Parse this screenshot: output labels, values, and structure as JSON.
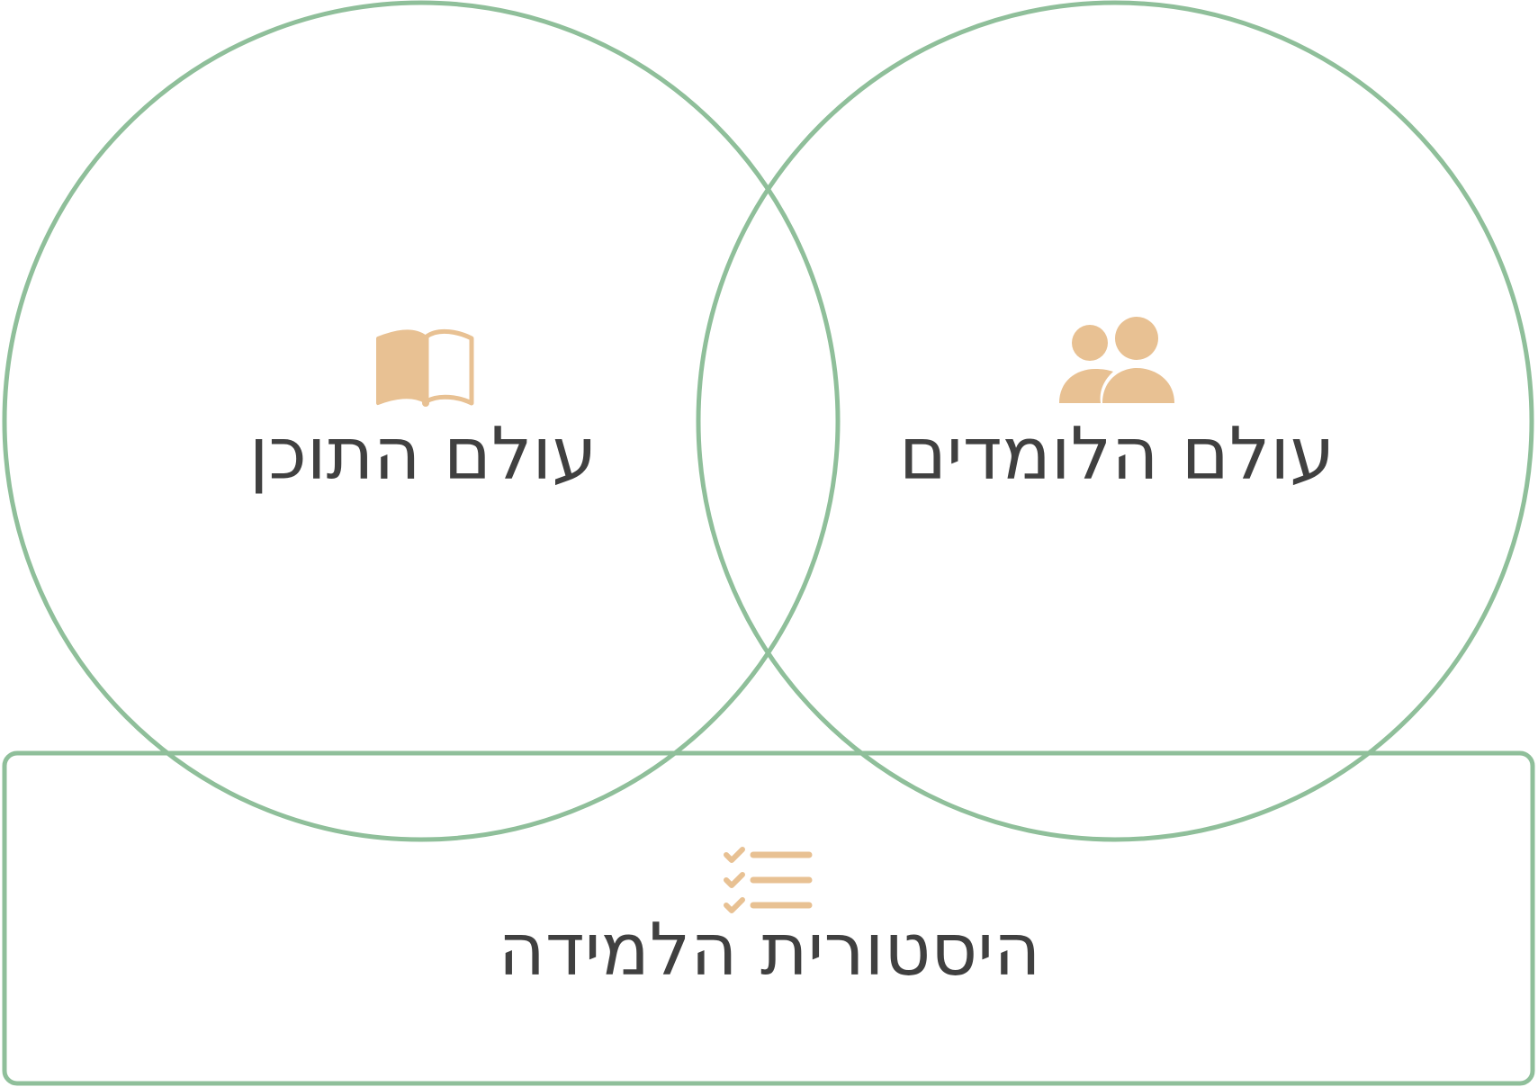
{
  "diagram": {
    "colors": {
      "outline": "#8fbf9a",
      "icon": "#e8c193",
      "text": "#404040",
      "background": "#ffffff"
    },
    "left_circle": {
      "label": "עולם התוכן",
      "icon": "open-book-icon"
    },
    "right_circle": {
      "label": "עולם הלומדים",
      "icon": "users-icon"
    },
    "bottom_box": {
      "label": "היסטורית הלמידה",
      "icon": "checklist-icon"
    }
  }
}
